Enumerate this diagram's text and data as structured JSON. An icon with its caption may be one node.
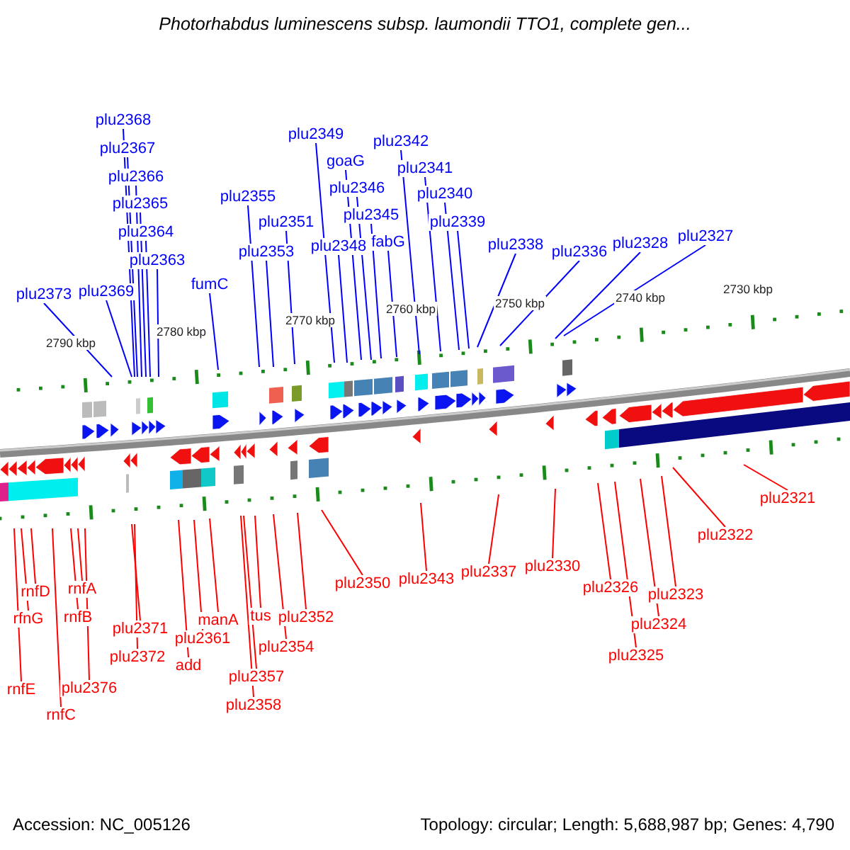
{
  "diagram": {
    "title": "Photorhabdus luminescens subsp. laumondii TTO1, complete gen...",
    "nodes": [
      {
        "text": [
          "plu2368"
        ]
      },
      {
        "text": [
          "plu2367"
        ]
      },
      {
        "text": [
          "plu2366"
        ]
      },
      {
        "text": [
          "plu2365"
        ]
      },
      {
        "text": [
          "plu2364"
        ]
      },
      {
        "text": [
          "plu2363"
        ]
      },
      {
        "text": [
          "plu2373"
        ]
      },
      {
        "text": [
          "plu2369"
        ]
      },
      {
        "text": [
          "fumC"
        ]
      },
      {
        "text": [
          "plu2355"
        ]
      },
      {
        "text": [
          "plu2353"
        ]
      },
      {
        "text": [
          "plu2351"
        ]
      },
      {
        "text": [
          "plu2349"
        ]
      },
      {
        "text": [
          "plu2348"
        ]
      },
      {
        "text": [
          "goaG"
        ]
      },
      {
        "text": [
          "plu2346"
        ]
      },
      {
        "text": [
          "plu2345"
        ]
      },
      {
        "text": [
          "fabG"
        ]
      },
      {
        "text": [
          "plu2342"
        ]
      },
      {
        "text": [
          "plu2341"
        ]
      },
      {
        "text": [
          "plu2340"
        ]
      },
      {
        "text": [
          "plu2339"
        ]
      },
      {
        "text": [
          "plu2338"
        ]
      },
      {
        "text": [
          "plu2336"
        ]
      },
      {
        "text": [
          "plu2328"
        ]
      },
      {
        "text": [
          "plu2327"
        ]
      },
      {
        "text": [
          "rnfD"
        ]
      },
      {
        "text": [
          "rfnG"
        ]
      },
      {
        "text": [
          "rnfE"
        ]
      },
      {
        "text": [
          "rnfC"
        ]
      },
      {
        "text": [
          "rnfB"
        ]
      },
      {
        "text": [
          "rnfA"
        ]
      },
      {
        "text": [
          "plu2376"
        ]
      },
      {
        "text": [
          "plu2371"
        ]
      },
      {
        "text": [
          "plu2372"
        ]
      },
      {
        "text": [
          "add"
        ]
      },
      {
        "text": [
          "plu2361"
        ]
      },
      {
        "text": [
          "manA"
        ]
      },
      {
        "text": [
          "tus"
        ]
      },
      {
        "text": [
          "plu2354"
        ]
      },
      {
        "text": [
          "plu2357"
        ]
      },
      {
        "text": [
          "plu2358"
        ]
      },
      {
        "text": [
          "plu2352"
        ]
      },
      {
        "text": [
          "plu2350"
        ]
      },
      {
        "text": [
          "plu2343"
        ]
      },
      {
        "text": [
          "plu2337"
        ]
      },
      {
        "text": [
          "plu2330"
        ]
      },
      {
        "text": [
          "plu2326"
        ]
      },
      {
        "text": [
          "plu2325"
        ]
      },
      {
        "text": [
          "plu2324"
        ]
      },
      {
        "text": [
          "plu2323"
        ]
      },
      {
        "text": [
          "plu2322"
        ]
      },
      {
        "text": [
          "plu2321"
        ]
      }
    ],
    "edges": [
      {
        "from": 0,
        "to": null,
        "arrow": "none",
        "color": "#0000ff"
      },
      {
        "from": 1,
        "to": null,
        "arrow": "none",
        "color": "#0000ff"
      },
      {
        "from": 2,
        "to": null,
        "arrow": "none",
        "color": "#0000ff"
      },
      {
        "from": 3,
        "to": null,
        "arrow": "none",
        "color": "#0000ff"
      },
      {
        "from": 4,
        "to": null,
        "arrow": "none",
        "color": "#0000ff"
      },
      {
        "from": 5,
        "to": null,
        "arrow": "none",
        "color": "#0000ff"
      },
      {
        "from": 6,
        "to": null,
        "arrow": "none",
        "color": "#0000ff"
      },
      {
        "from": 7,
        "to": null,
        "arrow": "none",
        "color": "#0000ff"
      },
      {
        "from": 8,
        "to": null,
        "arrow": "none",
        "color": "#0000ff"
      },
      {
        "from": 9,
        "to": null,
        "arrow": "none",
        "color": "#0000ff"
      },
      {
        "from": 10,
        "to": null,
        "arrow": "none",
        "color": "#0000ff"
      },
      {
        "from": 11,
        "to": null,
        "arrow": "none",
        "color": "#0000ff"
      },
      {
        "from": 12,
        "to": null,
        "arrow": "none",
        "color": "#0000ff"
      },
      {
        "from": 13,
        "to": null,
        "arrow": "none",
        "color": "#0000ff"
      },
      {
        "from": 14,
        "to": null,
        "arrow": "none",
        "color": "#0000ff"
      },
      {
        "from": 15,
        "to": null,
        "arrow": "none",
        "color": "#0000ff"
      },
      {
        "from": 16,
        "to": null,
        "arrow": "none",
        "color": "#0000ff"
      },
      {
        "from": 17,
        "to": null,
        "arrow": "none",
        "color": "#0000ff"
      },
      {
        "from": 18,
        "to": null,
        "arrow": "none",
        "color": "#0000ff"
      },
      {
        "from": 19,
        "to": null,
        "arrow": "none",
        "color": "#0000ff"
      },
      {
        "from": 20,
        "to": null,
        "arrow": "none",
        "color": "#0000ff"
      },
      {
        "from": 21,
        "to": null,
        "arrow": "none",
        "color": "#0000ff"
      },
      {
        "from": 22,
        "to": null,
        "arrow": "none",
        "color": "#0000ff"
      },
      {
        "from": 23,
        "to": null,
        "arrow": "none",
        "color": "#0000ff"
      },
      {
        "from": 24,
        "to": null,
        "arrow": "none",
        "color": "#0000ff"
      },
      {
        "from": 25,
        "to": null,
        "arrow": "none",
        "color": "#0000ff"
      },
      {
        "from": 26,
        "to": null,
        "arrow": "none",
        "color": "#ff0000"
      },
      {
        "from": 27,
        "to": null,
        "arrow": "none",
        "color": "#ff0000"
      },
      {
        "from": 28,
        "to": null,
        "arrow": "none",
        "color": "#ff0000"
      },
      {
        "from": 29,
        "to": null,
        "arrow": "none",
        "color": "#ff0000"
      },
      {
        "from": 30,
        "to": null,
        "arrow": "none",
        "color": "#ff0000"
      },
      {
        "from": 31,
        "to": null,
        "arrow": "none",
        "color": "#ff0000"
      },
      {
        "from": 32,
        "to": null,
        "arrow": "none",
        "color": "#ff0000"
      },
      {
        "from": 33,
        "to": null,
        "arrow": "none",
        "color": "#ff0000"
      },
      {
        "from": 34,
        "to": null,
        "arrow": "none",
        "color": "#ff0000"
      },
      {
        "from": 35,
        "to": null,
        "arrow": "none",
        "color": "#ff0000"
      },
      {
        "from": 36,
        "to": null,
        "arrow": "none",
        "color": "#ff0000"
      },
      {
        "from": 37,
        "to": null,
        "arrow": "none",
        "color": "#ff0000"
      },
      {
        "from": 38,
        "to": null,
        "arrow": "none",
        "color": "#ff0000"
      },
      {
        "from": 39,
        "to": null,
        "arrow": "none",
        "color": "#ff0000"
      },
      {
        "from": 40,
        "to": null,
        "arrow": "none",
        "color": "#ff0000"
      },
      {
        "from": 41,
        "to": null,
        "arrow": "none",
        "color": "#ff0000"
      },
      {
        "from": 42,
        "to": null,
        "arrow": "none",
        "color": "#ff0000"
      },
      {
        "from": 43,
        "to": null,
        "arrow": "none",
        "color": "#ff0000"
      },
      {
        "from": 44,
        "to": null,
        "arrow": "none",
        "color": "#ff0000"
      },
      {
        "from": 45,
        "to": null,
        "arrow": "none",
        "color": "#ff0000"
      },
      {
        "from": 46,
        "to": null,
        "arrow": "none",
        "color": "#ff0000"
      },
      {
        "from": 47,
        "to": null,
        "arrow": "none",
        "color": "#ff0000"
      },
      {
        "from": 48,
        "to": null,
        "arrow": "none",
        "color": "#ff0000"
      },
      {
        "from": 49,
        "to": null,
        "arrow": "none",
        "color": "#ff0000"
      },
      {
        "from": 50,
        "to": null,
        "arrow": "none",
        "color": "#ff0000"
      },
      {
        "from": 51,
        "to": null,
        "arrow": "none",
        "color": "#ff0000"
      },
      {
        "from": 52,
        "to": null,
        "arrow": "none",
        "color": "#ff0000"
      }
    ],
    "labels": [
      "2790 kbp",
      "2780 kbp",
      "2770 kbp",
      "2760 kbp",
      "2750 kbp",
      "2740 kbp",
      "2730 kbp",
      "Accession: NC_005126",
      "Topology: circular; Length: 5,688,987 bp; Genes: 4,790"
    ]
  }
}
